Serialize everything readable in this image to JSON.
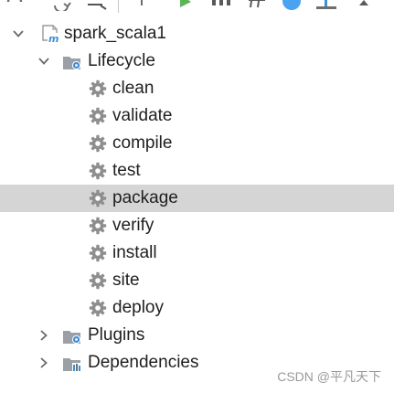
{
  "tree": {
    "project": {
      "label": "spark_scala1",
      "expanded": true
    },
    "lifecycle": {
      "label": "Lifecycle",
      "expanded": true,
      "goals": [
        "clean",
        "validate",
        "compile",
        "test",
        "package",
        "verify",
        "install",
        "site",
        "deploy"
      ],
      "selected": "package"
    },
    "plugins": {
      "label": "Plugins",
      "expanded": false
    },
    "dependencies": {
      "label": "Dependencies",
      "expanded": false
    }
  },
  "watermark": "CSDN @平凡天下",
  "colors": {
    "selection": "#d5d5d5",
    "gear": "#8e8e8e",
    "maven_blue": "#3d8fd8",
    "run_green": "#5ab552",
    "help_blue": "#4aa3f0"
  }
}
